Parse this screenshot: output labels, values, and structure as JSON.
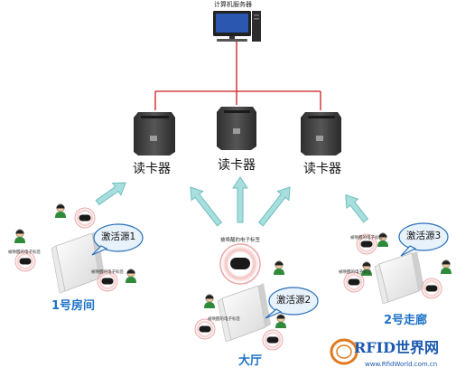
{
  "server": {
    "label": "计算机服务器"
  },
  "readers": [
    {
      "label": "读卡器"
    },
    {
      "label": "读卡器"
    },
    {
      "label": "读卡器"
    }
  ],
  "activators": [
    {
      "label": "激活源1"
    },
    {
      "label": "激活源2"
    },
    {
      "label": "激活源3"
    }
  ],
  "areas": {
    "room1": "1号房间",
    "hall": "大厅",
    "corridor2": "2号走廊"
  },
  "center_tag_label": "被唤醒的电子标签",
  "small_tag_label": "被唤醒的电子标签",
  "watermark": {
    "brand": "RFID世界网",
    "url": "www.RfidWorld.com.cn"
  },
  "colors": {
    "network_line": "#cc1a1a",
    "arrow": "#a8dede",
    "arrow_stroke": "#6dbfbf",
    "label_blue": "#1f73c8",
    "bubble_stroke": "#2a6fb8",
    "bubble_fill": "#e8f2fb"
  }
}
